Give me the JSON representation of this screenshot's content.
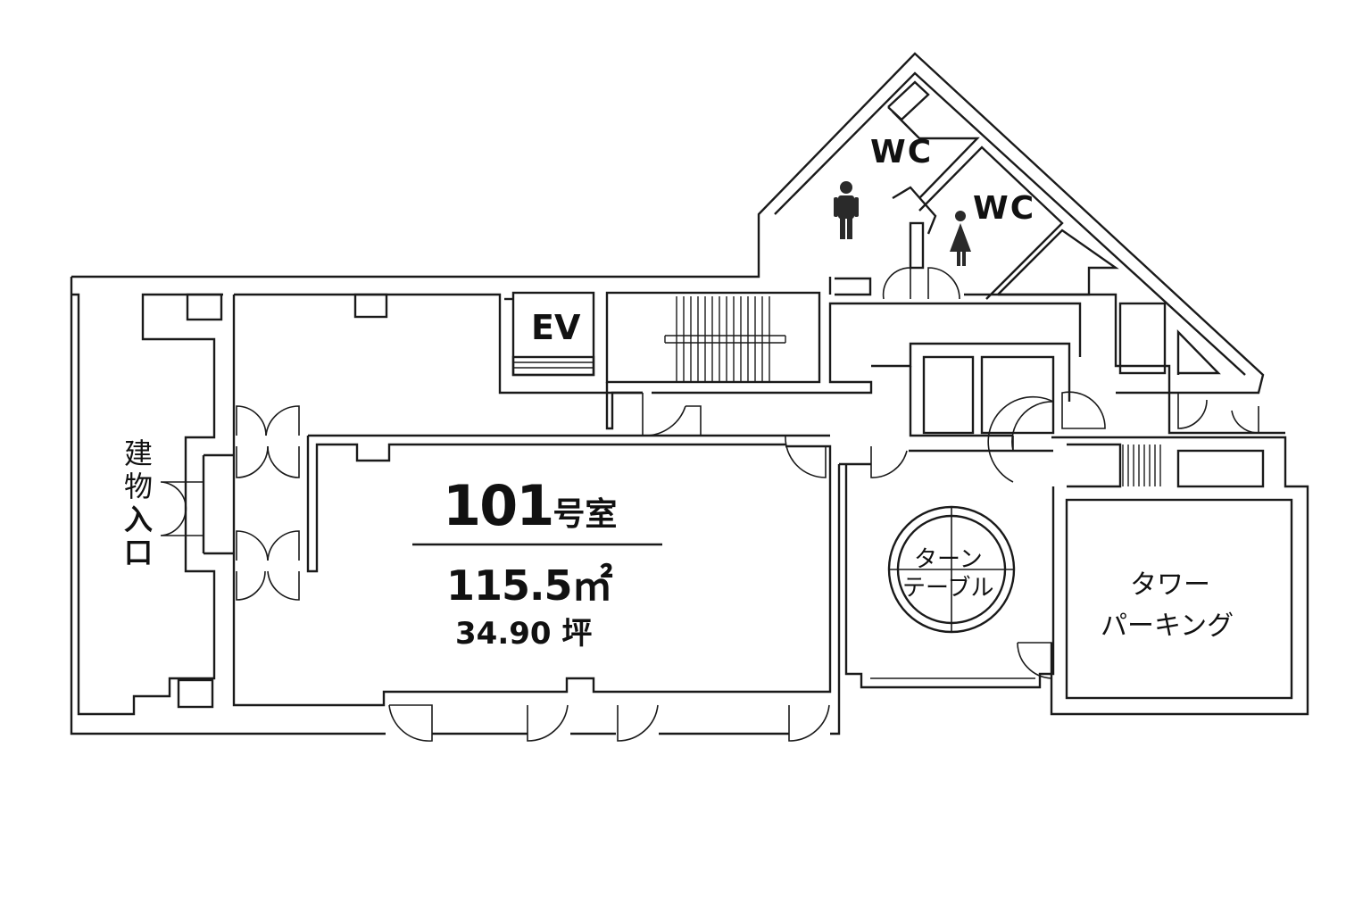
{
  "labels": {
    "wc_men": "WC",
    "wc_women": "WC",
    "elevator": "EV",
    "room_number": "101",
    "room_suffix": "号室",
    "area": "115.5㎡",
    "tsubo": "34.90 坪",
    "turntable_line1": "ターン",
    "turntable_line2": "テーブル",
    "tower_parking_line1": "タワー",
    "tower_parking_line2": "パーキング",
    "entrance_chars": [
      "建",
      "物",
      "入",
      "口"
    ]
  },
  "icons": {
    "men": "male-person-icon",
    "women": "female-person-icon"
  },
  "colors": {
    "line": "#1a1a1a",
    "background": "#ffffff"
  }
}
